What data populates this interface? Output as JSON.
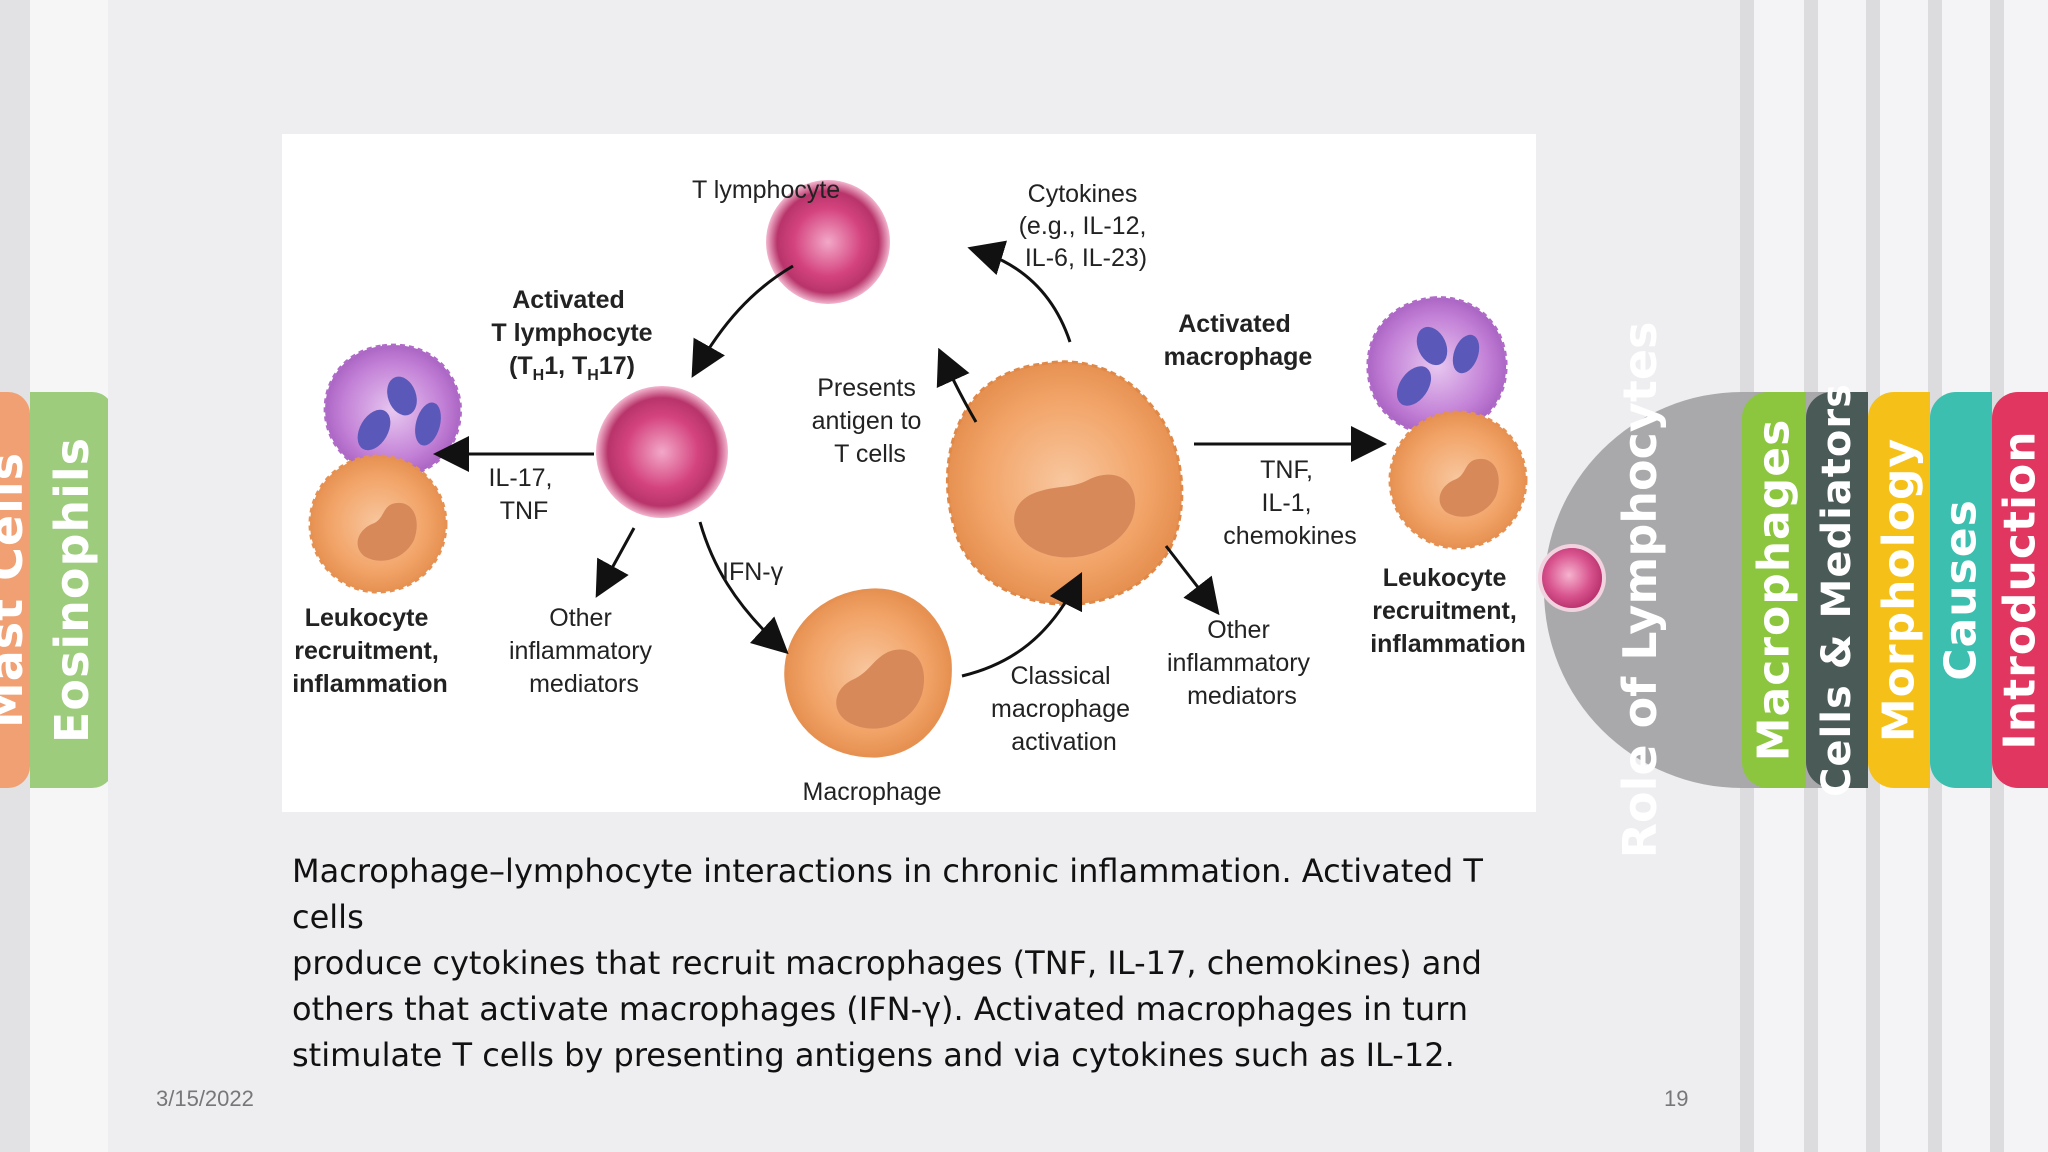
{
  "slide": {
    "date": "3/15/2022",
    "page_number": "19",
    "caption_lines": [
      "Macrophage–lymphocyte interactions in chronic inflammation. Activated T cells",
      "produce cytokines that recruit macrophages (TNF, IL-17, chemokines) and",
      "others that activate macrophages (IFN-γ). Activated macrophages in turn",
      "stimulate T cells by presenting antigens and via cytokines such as IL-12."
    ]
  },
  "left_tabs": [
    {
      "label": "Mast Cells",
      "color": "#f0a072"
    },
    {
      "label": "Eosinophils",
      "color": "#9ccc7c"
    }
  ],
  "right_tabs": [
    {
      "label": "Role of Lymphocytes",
      "color": "#a9a9ab"
    },
    {
      "label": "Macrophages",
      "color": "#8cc63f"
    },
    {
      "label": "Cells & Mediators",
      "color": "#4a5a57"
    },
    {
      "label": "Morphology",
      "color": "#f5c118"
    },
    {
      "label": "Causes",
      "color": "#3dbfb0"
    },
    {
      "label": "Introduction",
      "color": "#e0365f"
    }
  ],
  "diagram": {
    "t_lymphocyte": "T lymphocyte",
    "cytokines": [
      "Cytokines",
      "(e.g., IL-12,",
      "IL-6,  IL-23)"
    ],
    "activated_t": [
      "Activated",
      "T lymphocyte"
    ],
    "activated_t_subsets": {
      "open": "(T",
      "h1": "H",
      "mid": "1, T",
      "h2": "H",
      "close": "17)"
    },
    "activated_macrophage": [
      "Activated",
      "macrophage"
    ],
    "presents_antigen": [
      "Presents",
      "antigen to",
      "T cells"
    ],
    "il17_tnf": [
      "IL-17,",
      "TNF"
    ],
    "tnf_il1": [
      "TNF,",
      "IL-1,",
      "chemokines"
    ],
    "ifn": "IFN-γ",
    "leukocyte_left": [
      "Leukocyte",
      "recruitment,",
      "inflammation"
    ],
    "leukocyte_right": [
      "Leukocyte",
      "recruitment,",
      "inflammation"
    ],
    "other_left": [
      "Other",
      "inflammatory",
      "mediators"
    ],
    "other_right": [
      "Other",
      "inflammatory",
      "mediators"
    ],
    "classical": [
      "Classical",
      "macrophage",
      "activation"
    ],
    "macrophage": "Macrophage"
  },
  "colors": {
    "t_cell": "#d4437e",
    "macrophage": "#f2a468",
    "neutrophil": "#c27fd6",
    "nucleus": "#5a58b8"
  }
}
